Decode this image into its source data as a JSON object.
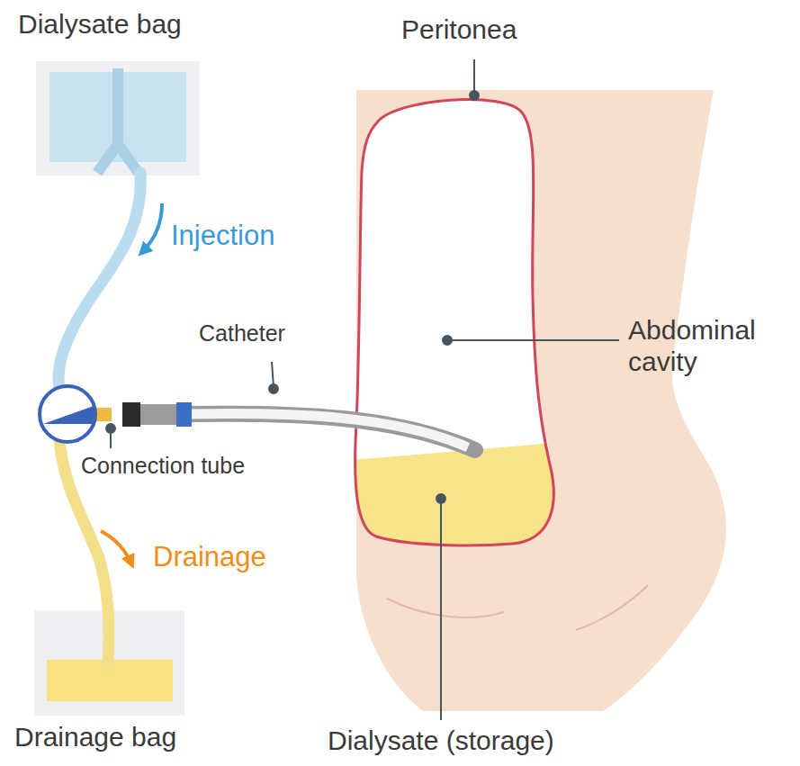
{
  "diagram": {
    "nodes": [
      {
        "text": [
          "Dialysate bag"
        ]
      },
      {
        "text": [
          "Drainage bag"
        ]
      }
    ],
    "labels": [
      "Peritonea",
      "Injection",
      "Catheter",
      "Abdominal cavity",
      "Connection tube",
      "Drainage",
      "Dialysate (storage)"
    ]
  }
}
